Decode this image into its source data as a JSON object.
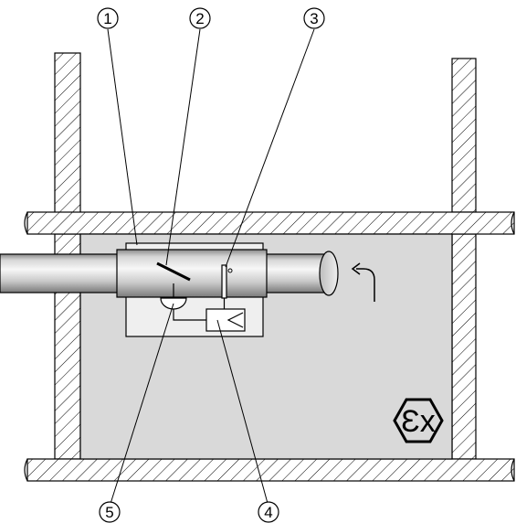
{
  "callouts": [
    {
      "id": "1",
      "label": "1"
    },
    {
      "id": "2",
      "label": "2"
    },
    {
      "id": "3",
      "label": "3"
    },
    {
      "id": "4",
      "label": "4"
    },
    {
      "id": "5",
      "label": "5"
    }
  ],
  "ex_symbol": {
    "symbol_text": "Ɛx"
  },
  "colors": {
    "background": "#ffffff",
    "enclosure_fill": "#d9d9d9",
    "hatch": "#000000",
    "inner_box": "#efefef",
    "tube_light": "#f5f5f5",
    "tube_mid": "#cfcfcf",
    "tube_dark": "#8a8a8a"
  }
}
